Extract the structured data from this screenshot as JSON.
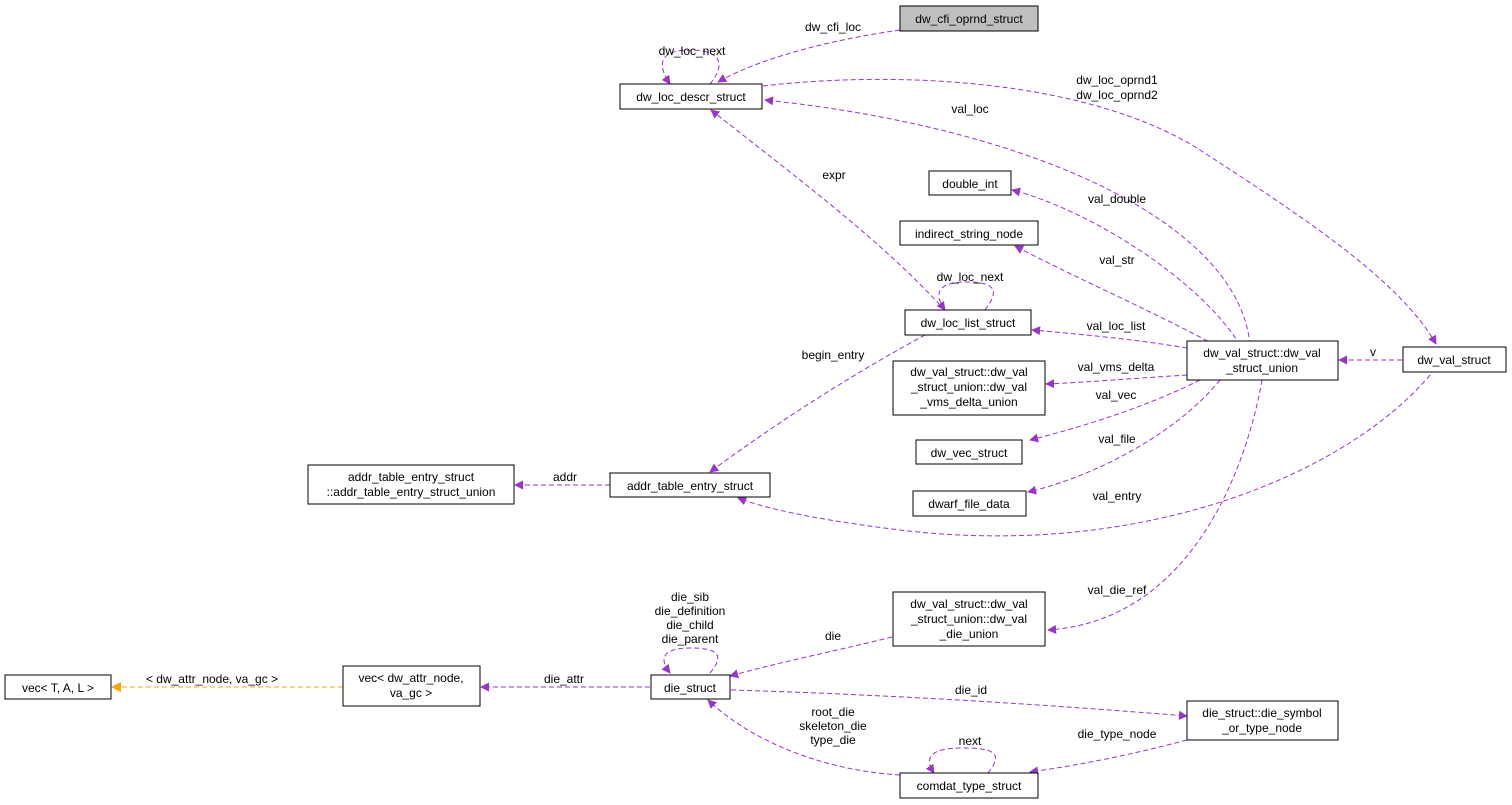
{
  "colors": {
    "relation": "#9a32cd",
    "template": "#ffa500",
    "highlight": "#bfbfbf"
  },
  "nodes": {
    "dw_cfi_oprnd_struct": [
      "dw_cfi_oprnd_struct"
    ],
    "dw_loc_descr_struct": [
      "dw_loc_descr_struct"
    ],
    "double_int": [
      "double_int"
    ],
    "indirect_string_node": [
      "indirect_string_node"
    ],
    "dw_loc_list_struct": [
      "dw_loc_list_struct"
    ],
    "dw_val_vms_delta_union": [
      "dw_val_struct::dw_val",
      "_struct_union::dw_val",
      "_vms_delta_union"
    ],
    "dw_val_struct_union": [
      "dw_val_struct::dw_val",
      "_struct_union"
    ],
    "dw_val_struct": [
      "dw_val_struct"
    ],
    "dw_vec_struct": [
      "dw_vec_struct"
    ],
    "dwarf_file_data": [
      "dwarf_file_data"
    ],
    "addr_table_entry_struct_union": [
      "addr_table_entry_struct",
      "::addr_table_entry_struct_union"
    ],
    "addr_table_entry_struct": [
      "addr_table_entry_struct"
    ],
    "dw_val_die_union": [
      "dw_val_struct::dw_val",
      "_struct_union::dw_val",
      "_die_union"
    ],
    "vec_tal": [
      "vec< T, A, L >"
    ],
    "vec_dw_attr_node": [
      "vec< dw_attr_node,",
      "va_gc >"
    ],
    "die_struct": [
      "die_struct"
    ],
    "die_symbol_or_type_node": [
      "die_struct::die_symbol",
      "_or_type_node"
    ],
    "comdat_type_struct": [
      "comdat_type_struct"
    ]
  },
  "edges": {
    "dw_cfi_loc": [
      "dw_cfi_loc"
    ],
    "descr_self": [
      "dw_loc_next"
    ],
    "oprnd": [
      "dw_loc_oprnd1",
      "dw_loc_oprnd2"
    ],
    "val_loc": [
      "val_loc"
    ],
    "expr": [
      "expr"
    ],
    "val_double": [
      "val_double"
    ],
    "val_str": [
      "val_str"
    ],
    "list_self": [
      "dw_loc_next"
    ],
    "val_loc_list": [
      "val_loc_list"
    ],
    "begin_entry": [
      "begin_entry"
    ],
    "val_vms_delta": [
      "val_vms_delta"
    ],
    "v": [
      "v"
    ],
    "val_vec": [
      "val_vec"
    ],
    "val_file": [
      "val_file"
    ],
    "addr": [
      "addr"
    ],
    "val_entry": [
      "val_entry"
    ],
    "die_self": [
      "die_sib",
      "die_definition",
      "die_child",
      "die_parent"
    ],
    "val_die_ref": [
      "val_die_ref"
    ],
    "die": [
      "die"
    ],
    "tmpl": [
      "< dw_attr_node, va_gc >"
    ],
    "die_attr": [
      "die_attr"
    ],
    "die_id": [
      "die_id"
    ],
    "comdat_to_die": [
      "root_die",
      "skeleton_die",
      "type_die"
    ],
    "comdat_self": [
      "next"
    ],
    "die_type_node": [
      "die_type_node"
    ]
  }
}
